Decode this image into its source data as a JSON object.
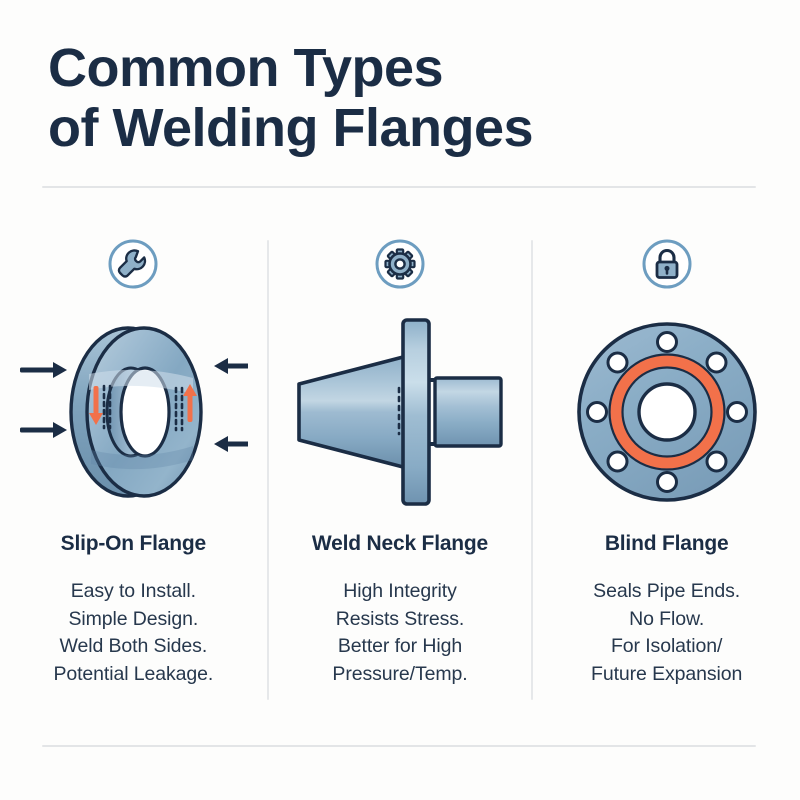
{
  "page": {
    "background": "#fdfdfc",
    "title_lines": [
      "Common Types",
      "of Welding Flanges"
    ]
  },
  "colors": {
    "ink": "#1b2d45",
    "body_text": "#27384d",
    "rule": "#e3e5e7",
    "steel_light": "#b9cedd",
    "steel_mid": "#8fb0c8",
    "steel_base": "#7fa3bd",
    "steel_dark": "#6b8fab",
    "outline": "#1b2d45",
    "accent_orange": "#f2714a",
    "badge_ring": "#6d9dc0",
    "badge_fill": "#ffffff"
  },
  "columns": [
    {
      "id": "slip-on",
      "icon": "wrench-icon",
      "illustration": "slip-on-flange-ring",
      "title": "Slip-On Flange",
      "body": "Easy to Install.\nSimple Design.\nWeld Both Sides.\nPotential Leakage.",
      "body_lines": [
        "Easy to Install.",
        "Simple Design.",
        "Weld Both Sides.",
        "Potential Leakage."
      ]
    },
    {
      "id": "weld-neck",
      "icon": "gear-icon",
      "illustration": "weld-neck-flange-profile",
      "title": "Weld Neck Flange",
      "body": "High Integrity\nResists Stress.\nBetter for High\nPressure/Temp.",
      "body_lines": [
        "High Integrity",
        "Resists Stress.",
        "Better for High",
        "Pressure/Temp."
      ]
    },
    {
      "id": "blind",
      "icon": "lock-icon",
      "illustration": "blind-flange-face",
      "title": "Blind Flange",
      "body": "Seals Pipe Ends.\nNo Flow.\nFor Isolation/\nFuture Expansion",
      "body_lines": [
        "Seals Pipe Ends.",
        "No Flow.",
        "For Isolation/",
        "Future Expansion"
      ]
    }
  ],
  "blind_flange": {
    "bolt_hole_count": 8,
    "has_gasket_ring": true,
    "gasket_color": "#f2714a"
  },
  "slip_on_flange": {
    "inward_arrow_count": 4,
    "weld_arrow_count": 2,
    "weld_arrow_color": "#f2714a"
  }
}
